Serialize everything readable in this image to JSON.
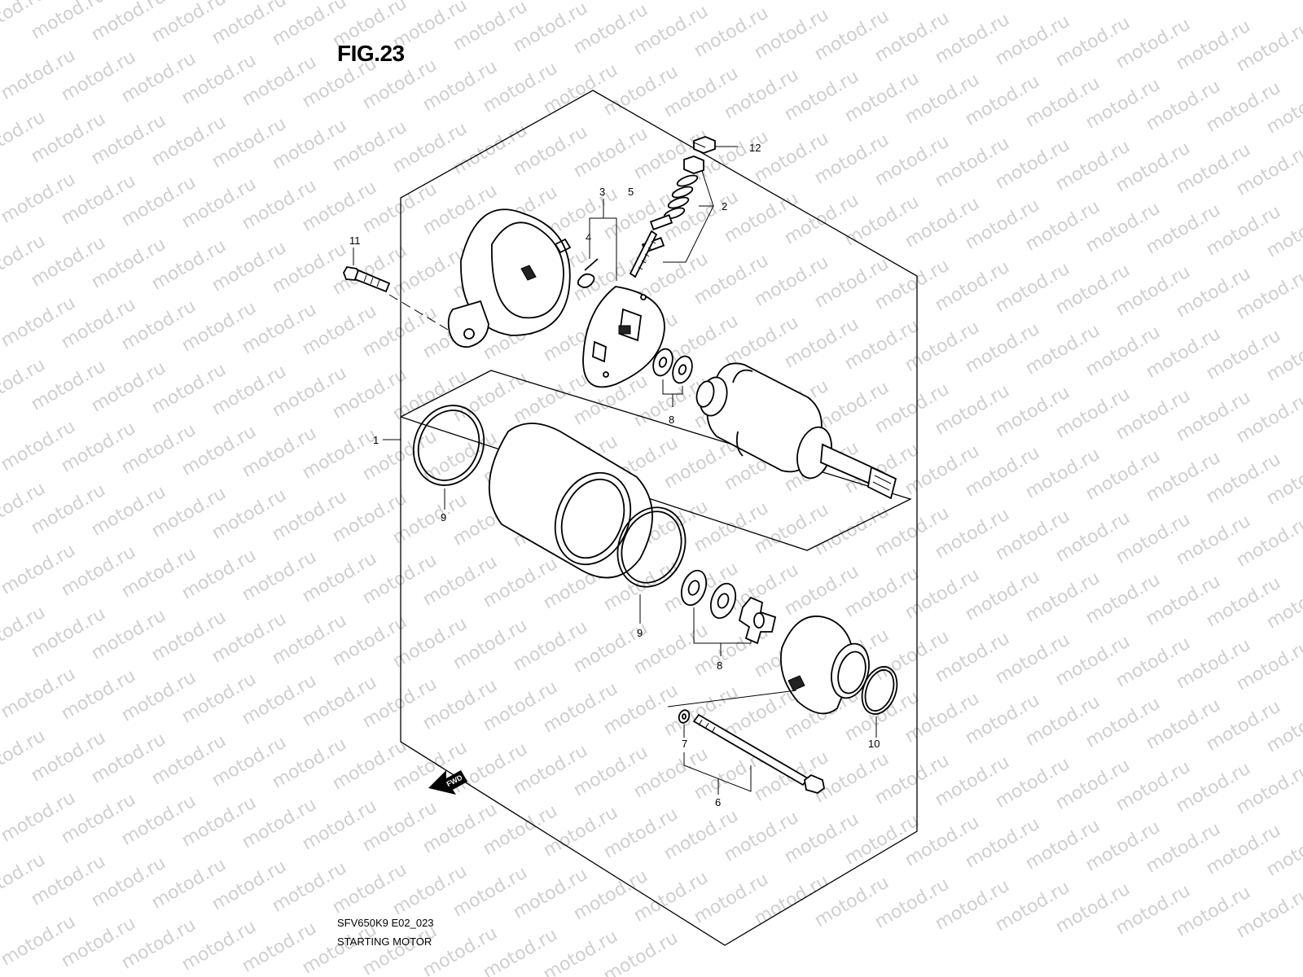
{
  "figure": {
    "title": "FIG.23",
    "code": "SFV650K9 E02_023",
    "caption": "STARTING MOTOR"
  },
  "watermark": {
    "text": "motod.ru"
  },
  "fwd_badge": {
    "text": "FWD"
  },
  "callouts": {
    "c1": "1",
    "c2": "2",
    "c3": "3",
    "c4": "4",
    "c5": "5",
    "c6": "6",
    "c7": "7",
    "c8a": "8",
    "c8b": "8",
    "c9a": "9",
    "c9b": "9",
    "c10": "10",
    "c11": "11",
    "c12": "12"
  }
}
